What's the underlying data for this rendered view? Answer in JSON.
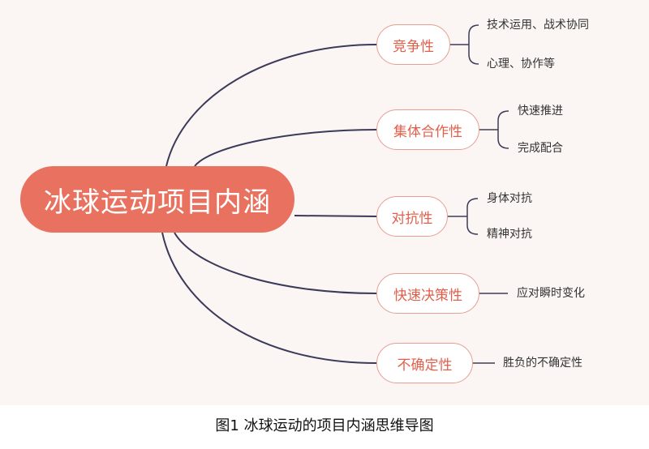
{
  "mindmap": {
    "root": "冰球运动项目内涵",
    "branches": [
      {
        "label": "竞争性",
        "children": [
          "技术运用、战术协同",
          "心理、协作等"
        ]
      },
      {
        "label": "集体合作性",
        "children": [
          "快速推进",
          "完成配合"
        ]
      },
      {
        "label": "对抗性",
        "children": [
          "身体对抗",
          "精神对抗"
        ]
      },
      {
        "label": "快速决策性",
        "children": [
          "应对瞬时变化"
        ]
      },
      {
        "label": "不确定性",
        "children": [
          "胜负的不确定性"
        ]
      }
    ]
  },
  "caption": "图1 冰球运动的项目内涵思维导图",
  "colors": {
    "root_fill": "#e8725f",
    "node_border": "#e79e90",
    "node_text": "#e0604c",
    "connector": "#3c3a5a",
    "background": "#fbf6f3"
  }
}
